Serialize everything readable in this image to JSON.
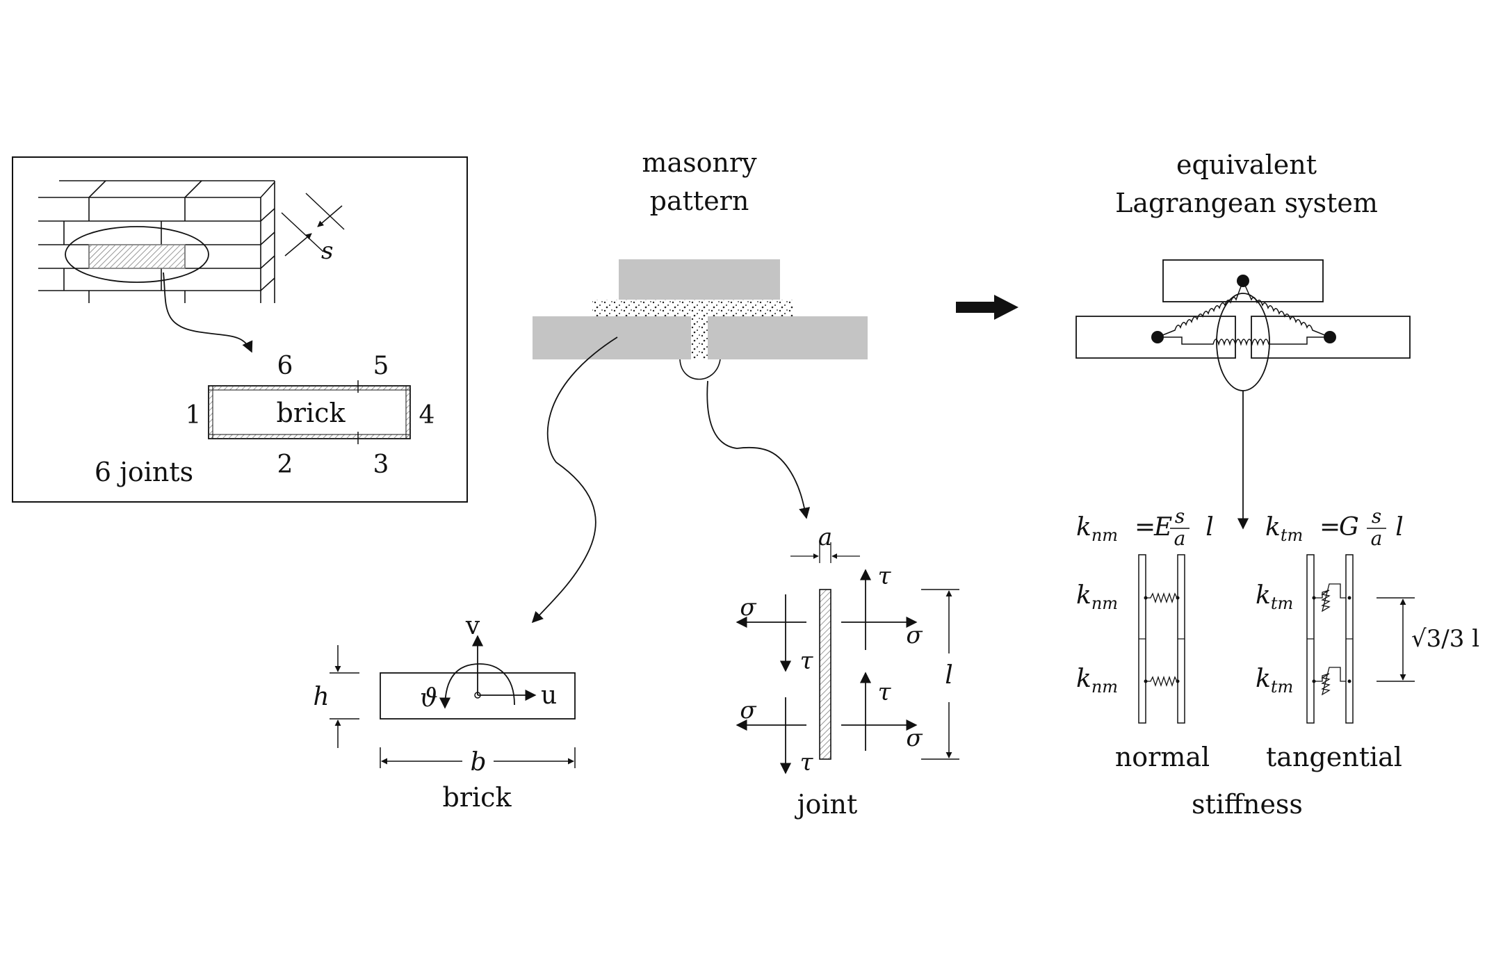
{
  "inset": {
    "dimension_label": "s",
    "brick_label": "brick",
    "joint_numbers": [
      "1",
      "2",
      "3",
      "4",
      "5",
      "6"
    ],
    "caption": "6 joints"
  },
  "masonry": {
    "title_line1": "masonry",
    "title_line2": "pattern"
  },
  "equivalent": {
    "title_line1": "equivalent",
    "title_line2": "Lagrangean system"
  },
  "brick_detail": {
    "v_label": "v",
    "u_label": "u",
    "theta_label": "ϑ",
    "h_label": "h",
    "b_label": "b",
    "caption": "brick"
  },
  "joint_detail": {
    "a_label": "a",
    "tau_label": "τ",
    "sigma_label": "σ",
    "l_label": "l",
    "caption": "joint"
  },
  "stiffness": {
    "k_nm": "k",
    "k_nm_sub": "nm",
    "k_tm": "k",
    "k_tm_sub": "tm",
    "eq_E": "E",
    "eq_G": "G",
    "frac_num": "s",
    "frac_den": "a",
    "l_symbol": "l",
    "equals": "=",
    "spacing_label": "√3/3 l",
    "normal_label": "normal",
    "tangential_label": "tangential",
    "caption": "stiffness"
  }
}
